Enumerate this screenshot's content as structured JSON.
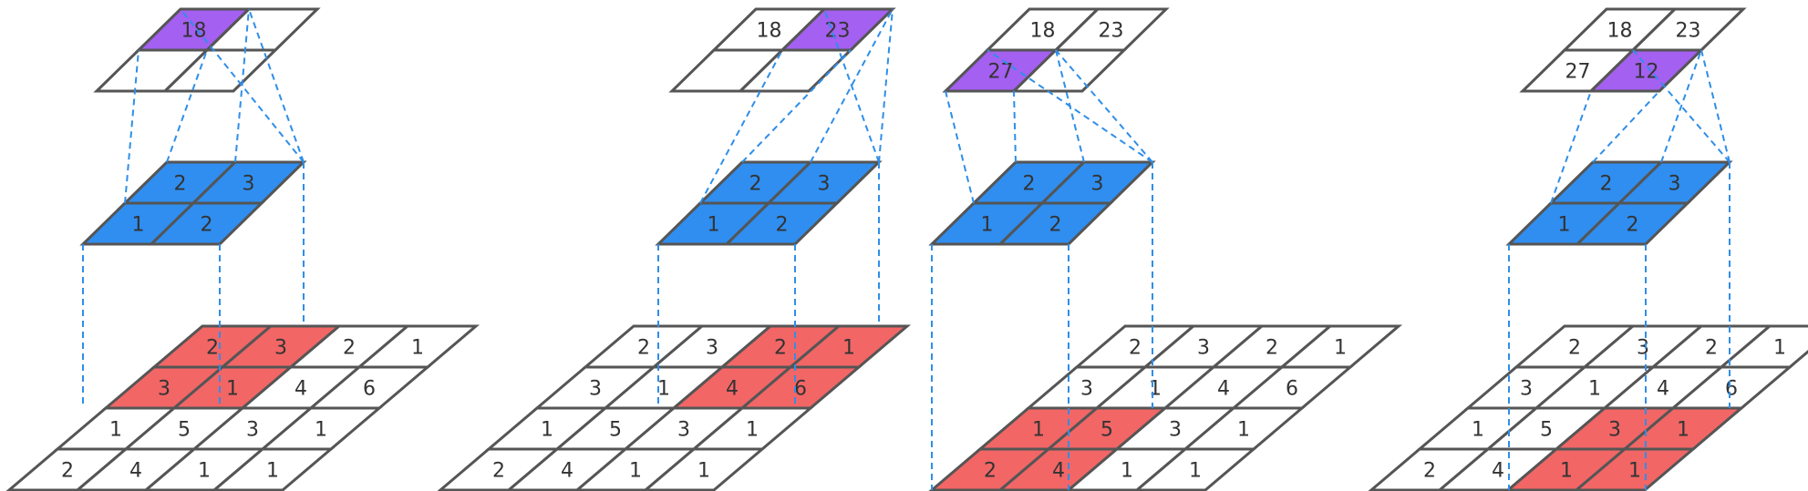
{
  "colors": {
    "kernel": "#2f8ef0",
    "window": "#f26666",
    "output_active": "#a460f0",
    "empty": "#ffffff",
    "guide": "#2f8ee8"
  },
  "input": [
    [
      "2",
      "3",
      "2",
      "1"
    ],
    [
      "3",
      "1",
      "4",
      "6"
    ],
    [
      "1",
      "5",
      "3",
      "1"
    ],
    [
      "2",
      "4",
      "1",
      "1"
    ]
  ],
  "kernel": [
    [
      "2",
      "3"
    ],
    [
      "1",
      "2"
    ]
  ],
  "steps": [
    {
      "window": [
        0,
        0
      ],
      "active": [
        0,
        0
      ],
      "output": [
        [
          "18",
          ""
        ],
        [
          "",
          ""
        ]
      ]
    },
    {
      "window": [
        0,
        2
      ],
      "active": [
        0,
        1
      ],
      "output": [
        [
          "18",
          "23"
        ],
        [
          "",
          ""
        ]
      ]
    },
    {
      "window": [
        2,
        0
      ],
      "active": [
        1,
        0
      ],
      "output": [
        [
          "18",
          "23"
        ],
        [
          "27",
          ""
        ]
      ]
    },
    {
      "window": [
        2,
        2
      ],
      "active": [
        1,
        1
      ],
      "output": [
        [
          "18",
          "23"
        ],
        [
          "27",
          "12"
        ]
      ]
    }
  ]
}
